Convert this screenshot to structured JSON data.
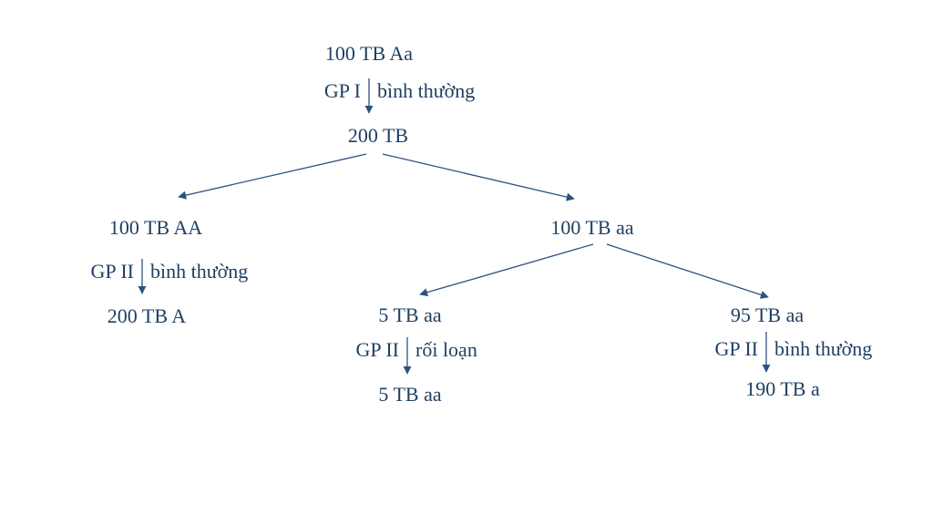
{
  "colors": {
    "text": "#1f3f63",
    "line": "#2c5282",
    "background": "#ffffff"
  },
  "tree": {
    "root": "100 TB Aa",
    "step1": {
      "phase": "GP I",
      "status": "bình thường"
    },
    "after_step1": "200 TB",
    "left": {
      "group": "100 TB AA",
      "step": {
        "phase": "GP II",
        "status": "bình thường"
      },
      "result": "200 TB A"
    },
    "right": {
      "group": "100 TB aa",
      "left": {
        "group": "5 TB aa",
        "step": {
          "phase": "GP II",
          "status": "rối loạn"
        },
        "result": "5 TB aa"
      },
      "right": {
        "group": "95 TB aa",
        "step": {
          "phase": "GP II",
          "status": "bình thường"
        },
        "result": "190 TB a"
      }
    }
  }
}
